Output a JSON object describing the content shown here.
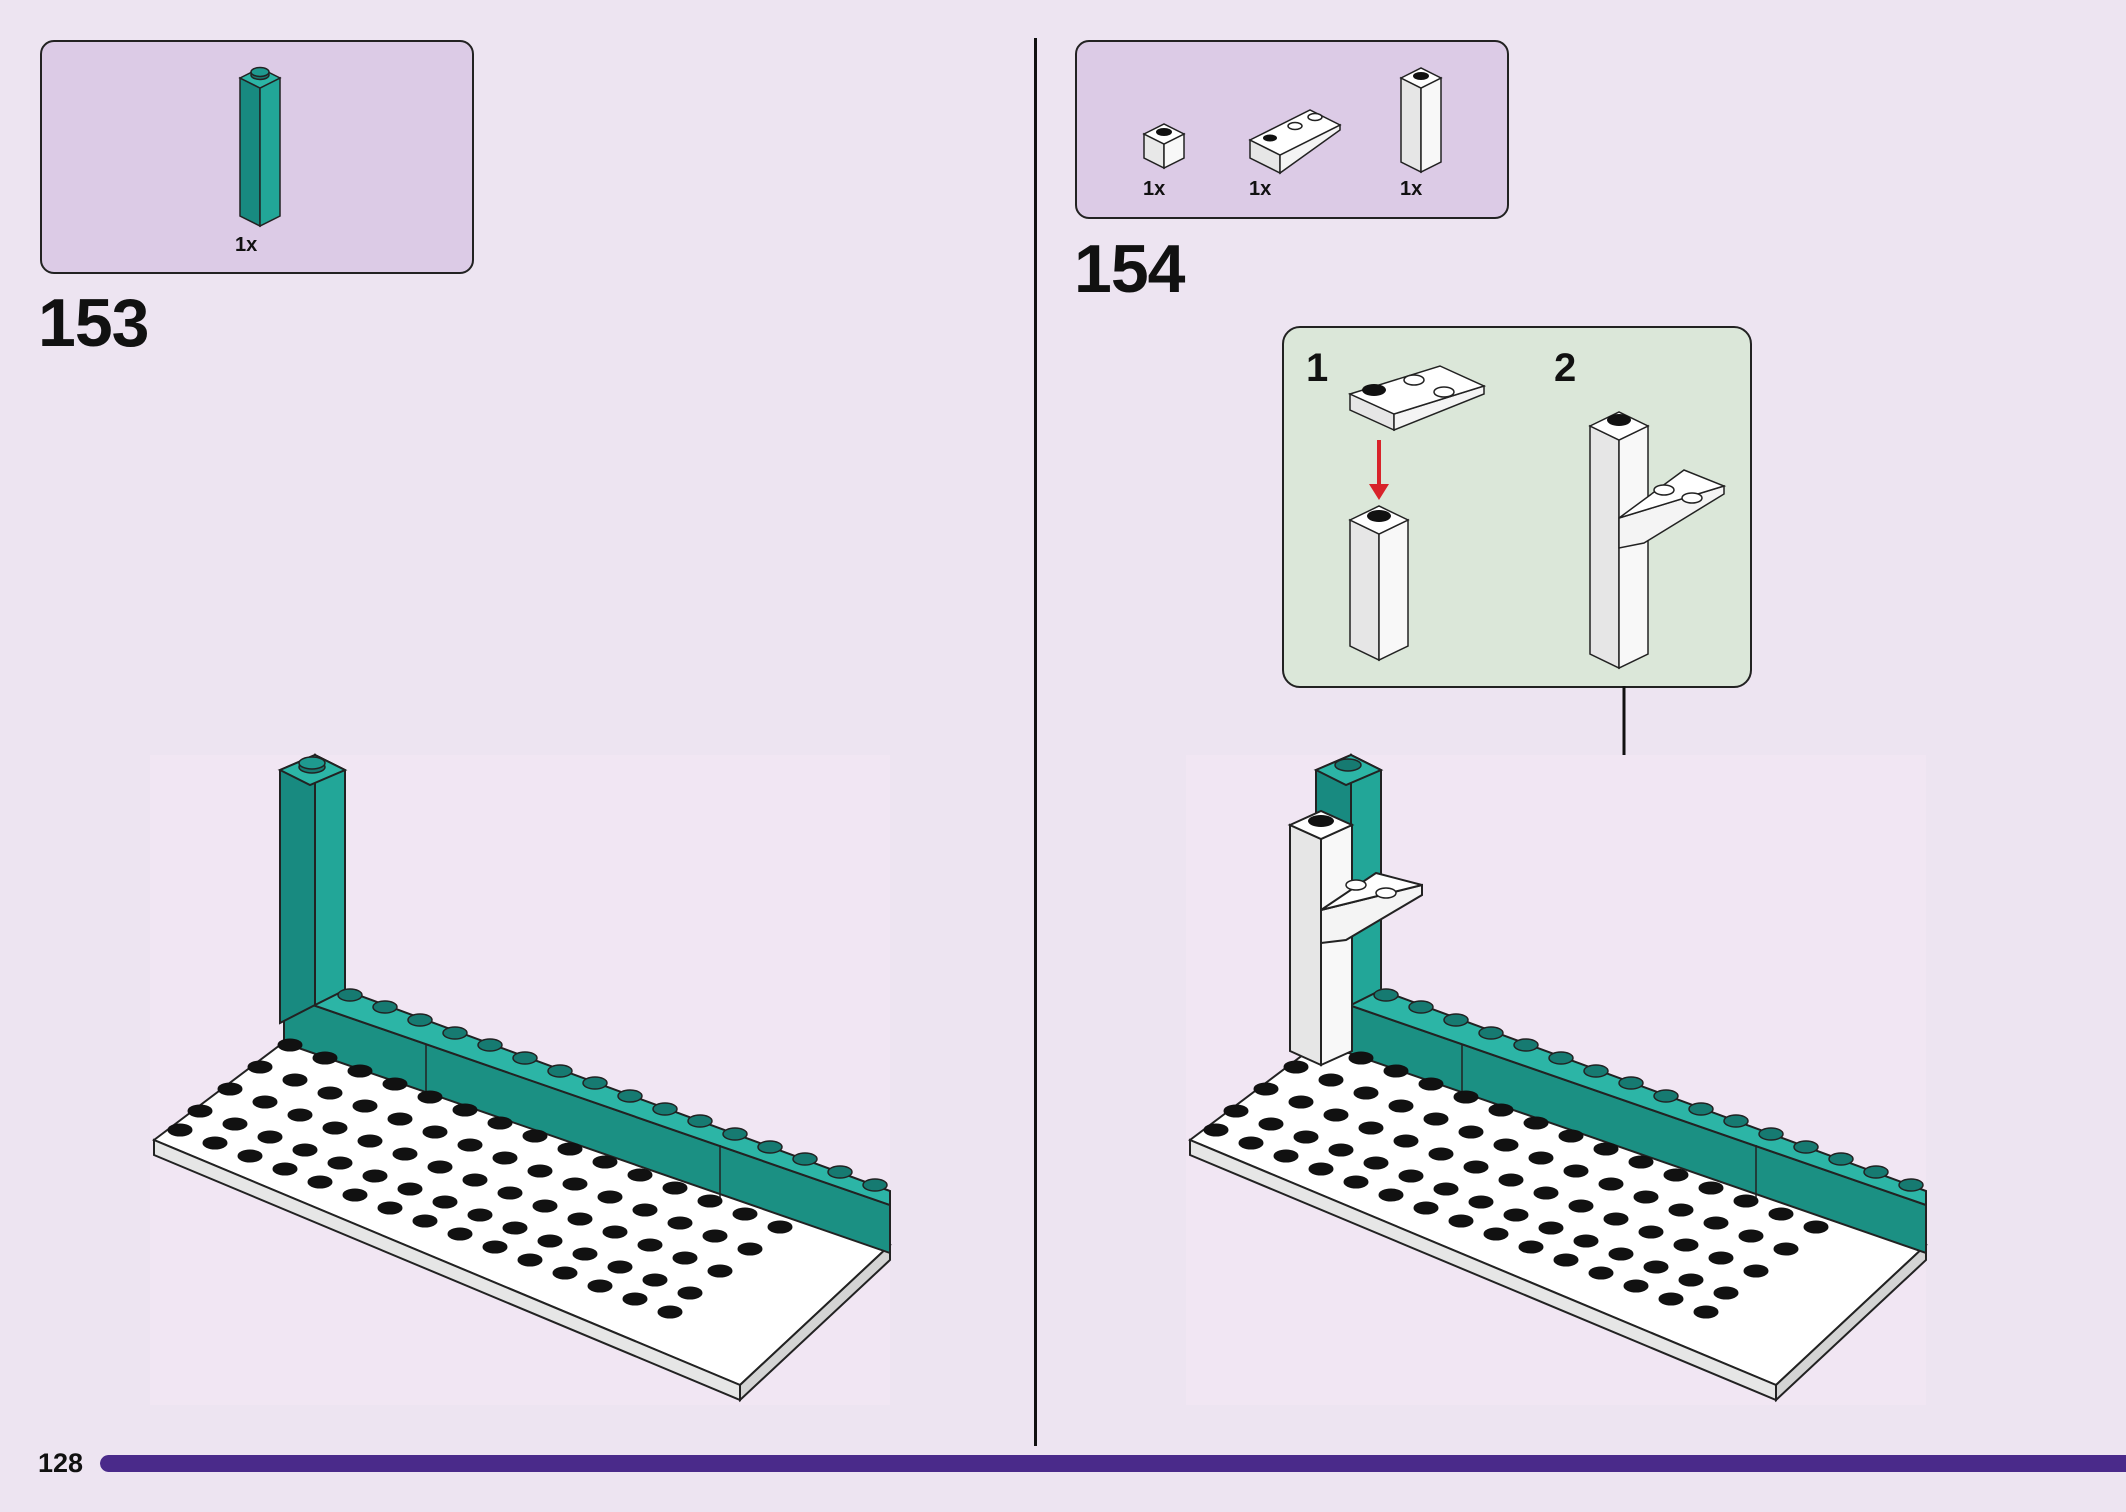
{
  "page": {
    "number": "128",
    "progress_fraction": 1.0,
    "progress_color": "#4a2a8a",
    "background_color": "#ede4f1"
  },
  "steps": [
    {
      "number": "153",
      "parts": [
        {
          "icon": "teal-1x1x5-brick-icon",
          "quantity": "1x",
          "color": "#1e9a8f"
        }
      ]
    },
    {
      "number": "154",
      "parts": [
        {
          "icon": "white-1x1-brick-icon",
          "quantity": "1x",
          "color": "#f4f4f4"
        },
        {
          "icon": "white-inverted-slope-icon",
          "quantity": "1x",
          "color": "#f4f4f4"
        },
        {
          "icon": "white-1x1x3-brick-icon",
          "quantity": "1x",
          "color": "#f4f4f4"
        }
      ],
      "substeps": [
        {
          "number": "1"
        },
        {
          "number": "2"
        }
      ]
    }
  ],
  "colors": {
    "parts_box": "#dccbe6",
    "substep_box": "#dbe7d9",
    "teal": "#1e9a8f",
    "arrow_red": "#d8232a"
  }
}
